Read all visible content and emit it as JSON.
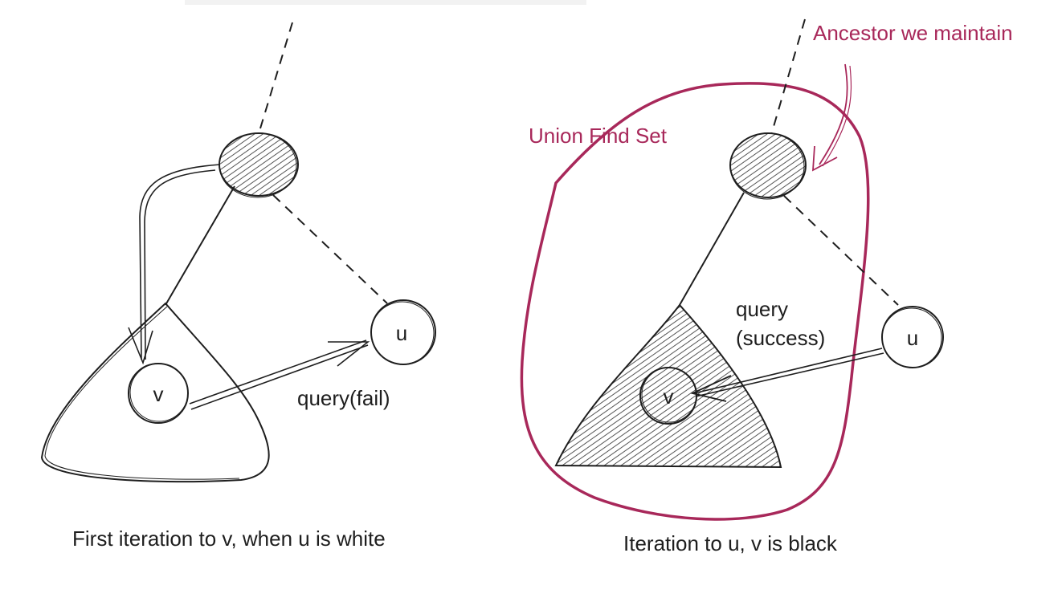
{
  "left_panel": {
    "node_v": "v",
    "node_u": "u",
    "edge_label": "query(fail)",
    "caption": "First iteration to v, when u is white"
  },
  "right_panel": {
    "node_v": "v",
    "node_u": "u",
    "edge_label_line1": "query",
    "edge_label_line2": "(success)",
    "set_label": "Union Find Set",
    "ancestor_label": "Ancestor we maintain",
    "caption": "Iteration to u, v is black"
  },
  "colors": {
    "ink": "#1e1e1e",
    "accent": "#a8285a",
    "hatch": "#555555"
  }
}
